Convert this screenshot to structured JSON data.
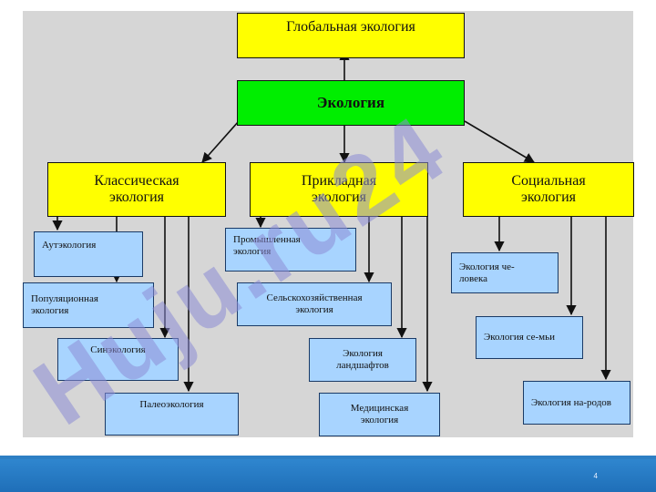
{
  "diagram": {
    "global": "Глобальная экология",
    "ecology": "Экология",
    "branches": {
      "classical": "Классическая экология",
      "applied": "Прикладная экология",
      "social": "Социальная экология"
    },
    "classical_items": [
      "Аутэкология",
      "Популяционная экология",
      "Синэкология",
      "Палеоэкология"
    ],
    "applied_items": [
      "Промышленная экология",
      "Сельскохозяйственная экология",
      "Экология ландшафтов",
      "Медицинская экология"
    ],
    "social_items": [
      "Экология че-ловека",
      "Экология се-мьи",
      "Экология на-родов"
    ]
  },
  "colors": {
    "yellow": "#ffff00",
    "green": "#00ee00",
    "blue": "#a8d4ff",
    "panel": "#d6d6d6",
    "footer": "#2f86cf"
  },
  "watermark": {
    "text": "Huju.ru24",
    "color": "#9f9fe0"
  },
  "footer": {
    "page_number": "4"
  }
}
